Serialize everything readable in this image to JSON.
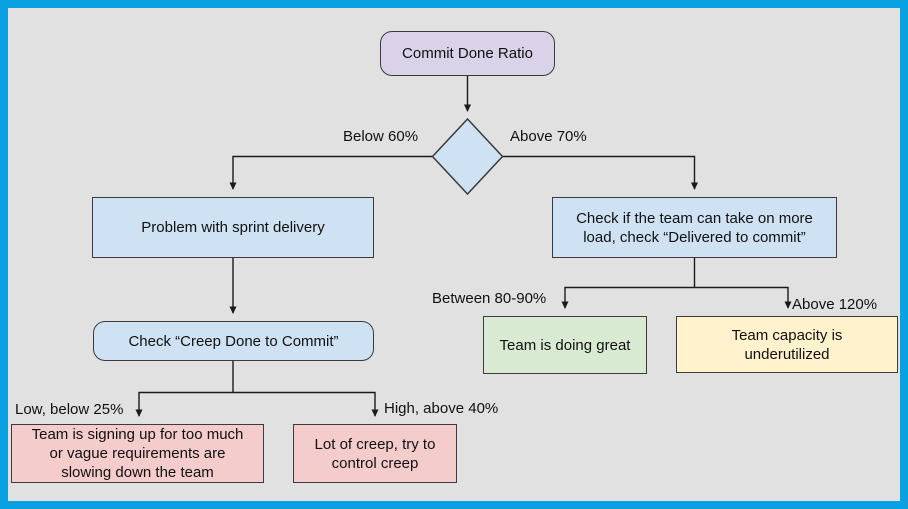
{
  "flowchart": {
    "nodes": {
      "start": {
        "label": "Commit Done Ratio",
        "shape": "rounded-rect",
        "color": "#d9d2e9"
      },
      "decision": {
        "label": "",
        "shape": "diamond",
        "color": "#cfe2f3"
      },
      "problem": {
        "label": "Problem with sprint delivery",
        "shape": "rect",
        "color": "#cfe2f3"
      },
      "check_load": {
        "label": "Check if the team can take on more\nload, check “Delivered to commit”",
        "shape": "rect",
        "color": "#cfe2f3"
      },
      "check_creep": {
        "label": "Check “Creep Done to Commit”",
        "shape": "rounded-rect",
        "color": "#cfe2f3"
      },
      "signing_up": {
        "label": "Team is signing up for too much\nor vague requirements are\nslowing down the team",
        "shape": "rect",
        "color": "#f4cccc"
      },
      "lot_of_creep": {
        "label": "Lot of creep, try to\ncontrol creep",
        "shape": "rect",
        "color": "#f4cccc"
      },
      "doing_great": {
        "label": "Team is doing great",
        "shape": "rect",
        "color": "#d9ead3"
      },
      "underutilized": {
        "label": "Team capacity is\nunderutilized",
        "shape": "rect",
        "color": "#fff2cc"
      }
    },
    "edge_labels": {
      "below_60": "Below 60%",
      "above_70": "Above 70%",
      "between_80_90": "Between 80-90%",
      "above_120": "Above 120%",
      "low_below_25": "Low, below 25%",
      "high_above_40": "High, above 40%"
    },
    "colors": {
      "frame_border": "#09a1e2",
      "canvas_background": "#e1e1e1",
      "connector_line": "#1a1a1a",
      "node_purple": "#d9d2e9",
      "node_blue": "#cfe2f3",
      "node_green": "#d9ead3",
      "node_yellow": "#fff2cc",
      "node_pink": "#f4cccc"
    }
  }
}
